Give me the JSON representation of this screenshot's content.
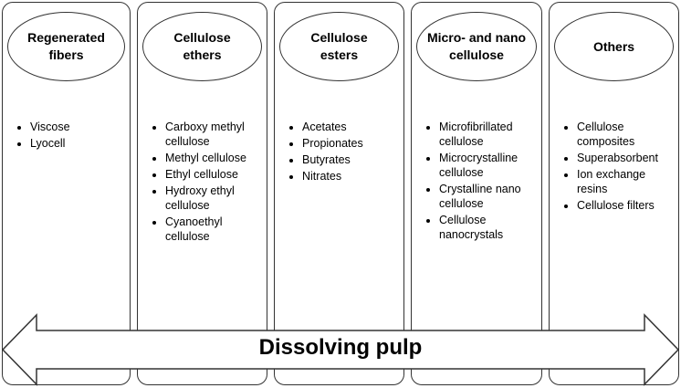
{
  "columns": [
    {
      "title": "Regenerated\nfibers",
      "items": [
        "Viscose",
        "Lyocell"
      ]
    },
    {
      "title": "Cellulose\nethers",
      "items": [
        "Carboxy methyl cellulose",
        "Methyl cellulose",
        "Ethyl cellulose",
        "Hydroxy ethyl cellulose",
        "Cyanoethyl cellulose"
      ]
    },
    {
      "title": "Cellulose\nesters",
      "items": [
        "Acetates",
        "Propionates",
        "Butyrates",
        "Nitrates"
      ]
    },
    {
      "title": "Micro- and nano\ncellulose",
      "items": [
        "Microfibrillated cellulose",
        "Microcrystalline cellulose",
        "Crystalline nano cellulose",
        "Cellulose nanocrystals"
      ]
    },
    {
      "title": "Others",
      "items": [
        "Cellulose composites",
        "Superabsorbent",
        "Ion exchange resins",
        "Cellulose filters"
      ]
    }
  ],
  "arrow": {
    "label": "Dissolving pulp"
  }
}
